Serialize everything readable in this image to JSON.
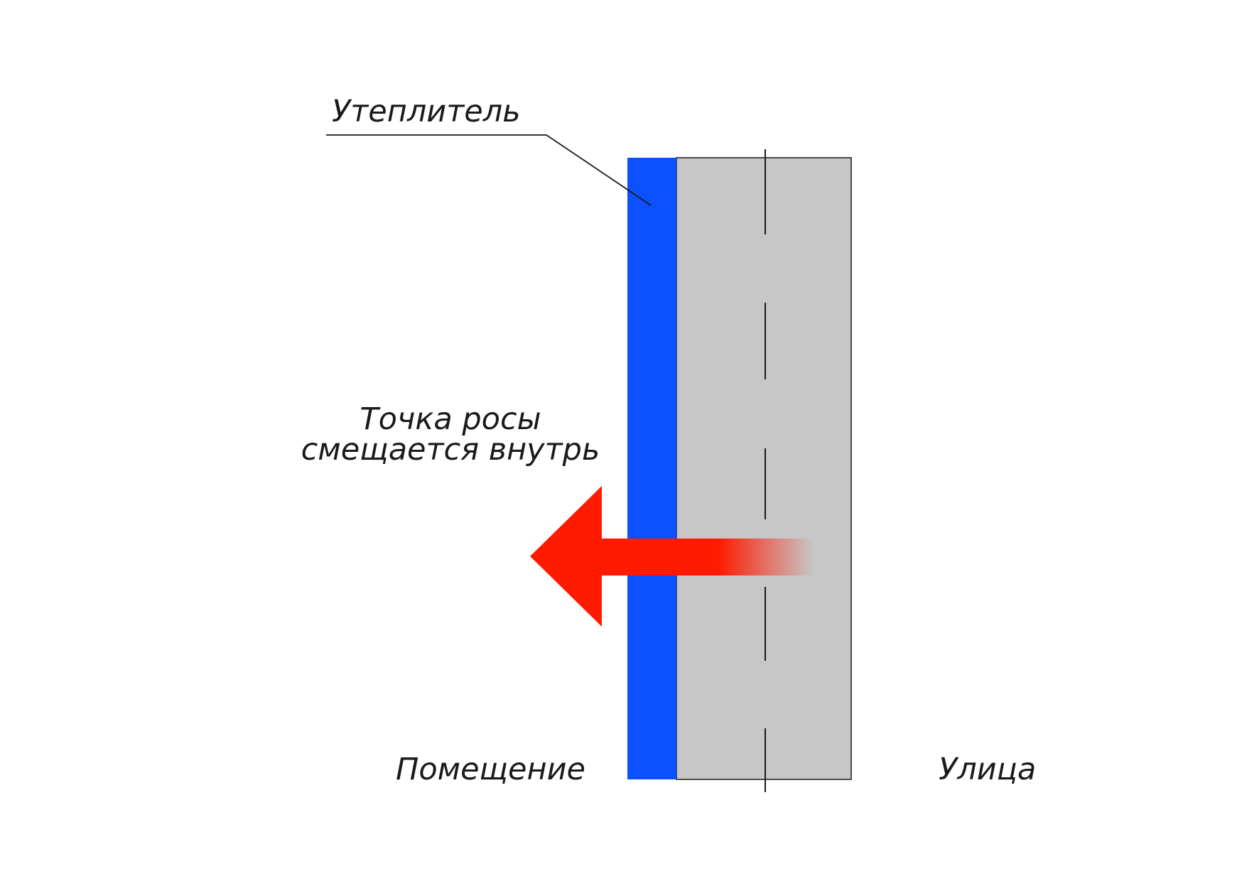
{
  "labels": {
    "insulation": "Утеплитель",
    "dew_point_line1": "Точка росы",
    "dew_point_line2": "смещается внутрь",
    "room": "Помещение",
    "street": "Улица"
  },
  "colors": {
    "insulation": "#0d50ff",
    "wall": "#c7c7c7",
    "arrow": "#ff1a00",
    "outline": "#1a1a1a",
    "background": "#ffffff"
  }
}
